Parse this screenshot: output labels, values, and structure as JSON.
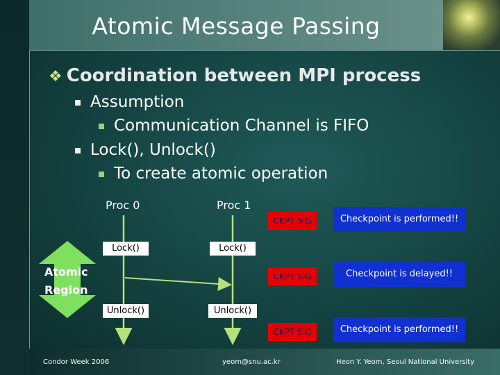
{
  "slide": {
    "title": "Atomic Message Passing",
    "heading": "Coordination between MPI process",
    "heading_marker": "❖",
    "bullets": [
      {
        "text": "Assumption",
        "sub": "Communication Channel is FIFO"
      },
      {
        "text": "Lock(), Unlock()",
        "sub": "To create atomic operation"
      }
    ]
  },
  "diagram": {
    "proc0": "Proc 0",
    "proc1": "Proc 1",
    "lock0": "Lock()",
    "lock1": "Lock()",
    "unlock0": "Unlock()",
    "unlock1": "Unlock()",
    "atomic_line1": "Atomic",
    "atomic_line2": "Region",
    "sigs": [
      "CKPT SIG",
      "CKPT SIG",
      "CKPT SIG"
    ],
    "messages": [
      "Checkpoint is performed!!",
      "Checkpoint is delayed!!",
      "Checkpoint is performed!!"
    ]
  },
  "footer": {
    "left": "Condor Week 2006",
    "center": "yeom@snu.ac.kr",
    "right": "Heon Y. Yeom, Seoul National University"
  },
  "colors": {
    "background": "#174a48",
    "sig_box": "#e80000",
    "message_box": "#1030d0",
    "region_arrow": "#7fe060",
    "timeline": "#b8e07a"
  }
}
